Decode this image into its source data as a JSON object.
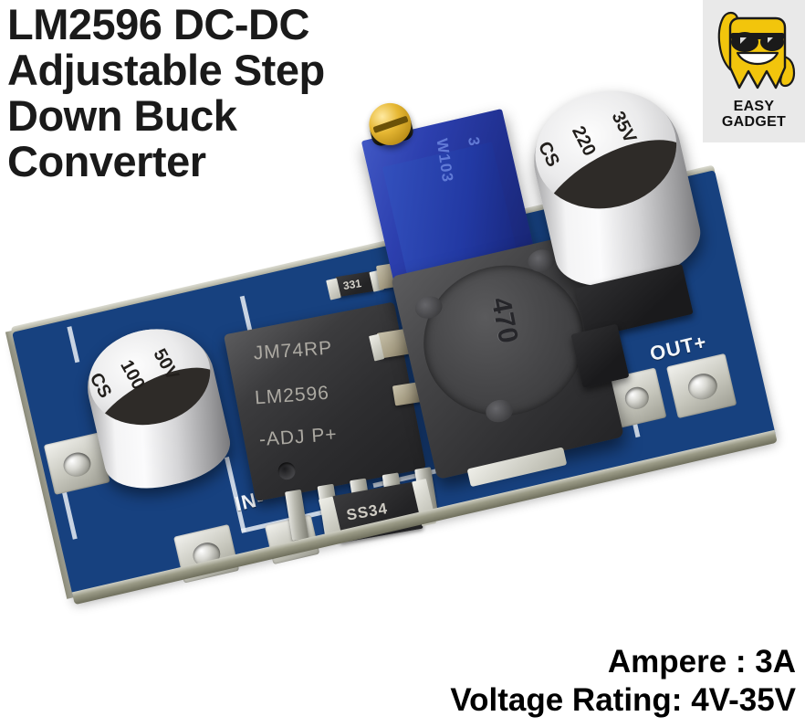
{
  "headline": {
    "lines": [
      "LM2596 DC-DC",
      "Adjustable Step",
      "Down Buck",
      "Converter"
    ]
  },
  "specs": {
    "ampere": "Ampere : 3A",
    "voltage": "Voltage Rating: 4V-35V"
  },
  "logo": {
    "line1": "EASY",
    "line2": "GADGET",
    "brand_yellow": "#f2c50c",
    "outline": "#1a1a1a",
    "panel_bg": "#e9e9e9"
  },
  "board": {
    "pcb_color": "#17417f",
    "silkscreen_color": "#e9eef5",
    "labels": {
      "input_negative": "IN-",
      "output_positive": "OUT+"
    },
    "components": {
      "ic": {
        "line1": "JM74RP",
        "line2": "LM2596",
        "line3": "-ADJ  P+"
      },
      "input_capacitor": {
        "brand": "CS",
        "capacitance": "100",
        "voltage": "50V"
      },
      "output_capacitor": {
        "brand": "CS",
        "capacitance": "220",
        "voltage": "35V"
      },
      "inductor": {
        "marking": "470"
      },
      "trimmer": {
        "marking": "W103",
        "submark": "3"
      },
      "diode": {
        "marking": "SS34"
      },
      "resistor": {
        "marking": "331"
      }
    }
  },
  "colors": {
    "text_dark": "#1a1a1a",
    "background": "#ffffff"
  }
}
